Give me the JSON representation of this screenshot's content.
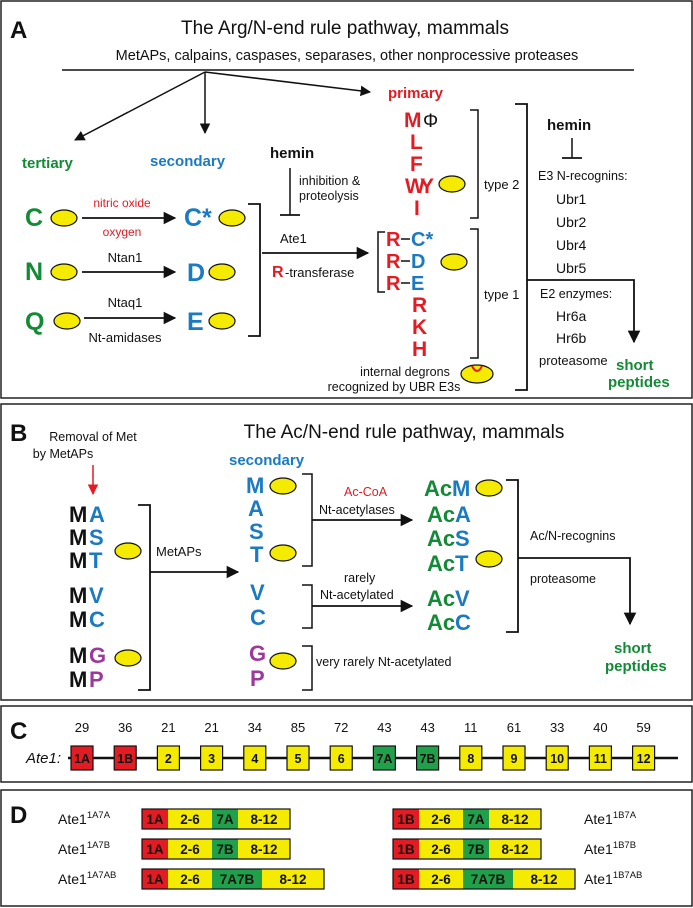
{
  "colors": {
    "red": "#e31b23",
    "green": "#138a36",
    "blue": "#1a7ac2",
    "purple": "#9b3a9b",
    "black": "#111111",
    "yellow": "#f5eb00",
    "exon_red": "#e31b23",
    "exon_green": "#20a04a"
  },
  "panelA": {
    "letter": "A",
    "title": "The Arg/N-end rule pathway, mammals",
    "proteases": "MetAPs, calpains, caspases, separases, other nonprocessive proteases",
    "primary": "primary",
    "tertiary": "tertiary",
    "secondary": "secondary",
    "hemin1": "hemin",
    "inhibition1": "inhibition &",
    "inhibition2": "proteolysis",
    "ate1": "Ate1",
    "r_letter": "R",
    "r_transferase": "-transferase",
    "tert_c": "C",
    "tert_n": "N",
    "tert_q": "Q",
    "nitric": "nitric oxide",
    "oxygen": "oxygen",
    "ntan1": "Ntan1",
    "ntaq1": "Ntaq1",
    "nt_amidases": "Nt-amidases",
    "sec_c": "C*",
    "sec_d": "D",
    "sec_e": "E",
    "prim_m": "M",
    "prim_phi": "Φ",
    "prim_l": "L",
    "prim_f": "F",
    "prim_w": "W",
    "prim_y": "Y",
    "prim_i": "I",
    "rr1": "R",
    "rr2": "R",
    "rr3": "R",
    "rc": "C*",
    "rd": "D",
    "re": "E",
    "prim_r": "R",
    "prim_k": "K",
    "prim_h": "H",
    "type2": "type 2",
    "type1": "type 1",
    "internal1": "internal degrons",
    "internal2": "recognized by UBR E3s",
    "hemin2": "hemin",
    "e3": "E3 N-recognins:",
    "ubr1": "Ubr1",
    "ubr2": "Ubr2",
    "ubr4": "Ubr4",
    "ubr5": "Ubr5",
    "e2": "E2 enzymes:",
    "hr6a": "Hr6a",
    "hr6b": "Hr6b",
    "proteasome": "proteasome",
    "short1": "short",
    "short2": "peptides"
  },
  "panelB": {
    "letter": "B",
    "title": "The Ac/N-end rule pathway, mammals",
    "removal1": "Removal of Met",
    "removal2": "by MetAPs",
    "secondary": "secondary",
    "pairs": [
      {
        "m": "M",
        "x": "A"
      },
      {
        "m": "M",
        "x": "S"
      },
      {
        "m": "M",
        "x": "T"
      },
      {
        "m": "M",
        "x": "V"
      },
      {
        "m": "M",
        "x": "C"
      },
      {
        "m": "M",
        "x": "G"
      },
      {
        "m": "M",
        "x": "P"
      }
    ],
    "metaps": "MetAPs",
    "sec": [
      "M",
      "A",
      "S",
      "T",
      "V",
      "C",
      "G",
      "P"
    ],
    "acetyl": [
      {
        "ac": "Ac",
        "x": "M"
      },
      {
        "ac": "Ac",
        "x": "A"
      },
      {
        "ac": "Ac",
        "x": "S"
      },
      {
        "ac": "Ac",
        "x": "T"
      },
      {
        "ac": "Ac",
        "x": "V"
      },
      {
        "ac": "Ac",
        "x": "C"
      }
    ],
    "accoa": "Ac-CoA",
    "ntacetylases": "Nt-acetylases",
    "rarely1": "rarely",
    "rarely2": "Nt-acetylated",
    "veryrarely": "very rarely Nt-acetylated",
    "acn": "Ac/N-recognins",
    "proteasome": "proteasome",
    "short1": "short",
    "short2": "peptides"
  },
  "panelC": {
    "letter": "C",
    "gene": "Ate1:",
    "exons": [
      {
        "label": "1A",
        "size": "29",
        "color": "red"
      },
      {
        "label": "1B",
        "size": "36",
        "color": "red"
      },
      {
        "label": "2",
        "size": "21",
        "color": "yellow"
      },
      {
        "label": "3",
        "size": "21",
        "color": "yellow"
      },
      {
        "label": "4",
        "size": "34",
        "color": "yellow"
      },
      {
        "label": "5",
        "size": "85",
        "color": "yellow"
      },
      {
        "label": "6",
        "size": "72",
        "color": "yellow"
      },
      {
        "label": "7A",
        "size": "43",
        "color": "green"
      },
      {
        "label": "7B",
        "size": "43",
        "color": "green"
      },
      {
        "label": "8",
        "size": "11",
        "color": "yellow"
      },
      {
        "label": "9",
        "size": "61",
        "color": "yellow"
      },
      {
        "label": "10",
        "size": "33",
        "color": "yellow"
      },
      {
        "label": "11",
        "size": "40",
        "color": "yellow"
      },
      {
        "label": "12",
        "size": "59",
        "color": "yellow"
      }
    ]
  },
  "panelD": {
    "letter": "D",
    "base": "Ate1",
    "isoforms": [
      {
        "sup": "1A7A",
        "e1": "1A",
        "mid": "2-6",
        "e7": "7A",
        "tail": "8-12"
      },
      {
        "sup": "1A7B",
        "e1": "1A",
        "mid": "2-6",
        "e7": "7B",
        "tail": "8-12"
      },
      {
        "sup": "1A7AB",
        "e1": "1A",
        "mid": "2-6",
        "e7": "7A7B",
        "tail": "8-12"
      },
      {
        "sup": "1B7A",
        "e1": "1B",
        "mid": "2-6",
        "e7": "7A",
        "tail": "8-12"
      },
      {
        "sup": "1B7B",
        "e1": "1B",
        "mid": "2-6",
        "e7": "7B",
        "tail": "8-12"
      },
      {
        "sup": "1B7AB",
        "e1": "1B",
        "mid": "2-6",
        "e7": "7A7B",
        "tail": "8-12"
      }
    ]
  }
}
